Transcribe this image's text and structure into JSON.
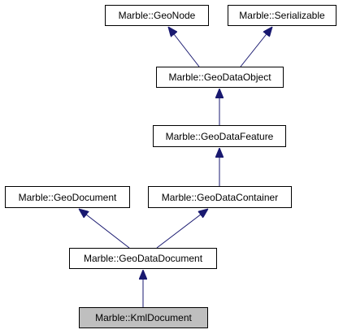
{
  "diagram": {
    "colors": {
      "node_border": "#000000",
      "node_fill": "#ffffff",
      "current_fill": "#bfbfbf",
      "edge": "#191970"
    },
    "nodes": {
      "geonode": "Marble::GeoNode",
      "serializable": "Marble::Serializable",
      "geodataobject": "Marble::GeoDataObject",
      "geodatafeature": "Marble::GeoDataFeature",
      "geodocument": "Marble::GeoDocument",
      "geodatacontainer": "Marble::GeoDataContainer",
      "geodatadocument": "Marble::GeoDataDocument",
      "kmldocument": "Marble::KmlDocument"
    },
    "current_node": "kmldocument",
    "edges": [
      {
        "from": "geodataobject",
        "to": "geonode"
      },
      {
        "from": "geodataobject",
        "to": "serializable"
      },
      {
        "from": "geodatafeature",
        "to": "geodataobject"
      },
      {
        "from": "geodatacontainer",
        "to": "geodatafeature"
      },
      {
        "from": "geodatadocument",
        "to": "geodocument"
      },
      {
        "from": "geodatadocument",
        "to": "geodatacontainer"
      },
      {
        "from": "kmldocument",
        "to": "geodatadocument"
      }
    ]
  }
}
